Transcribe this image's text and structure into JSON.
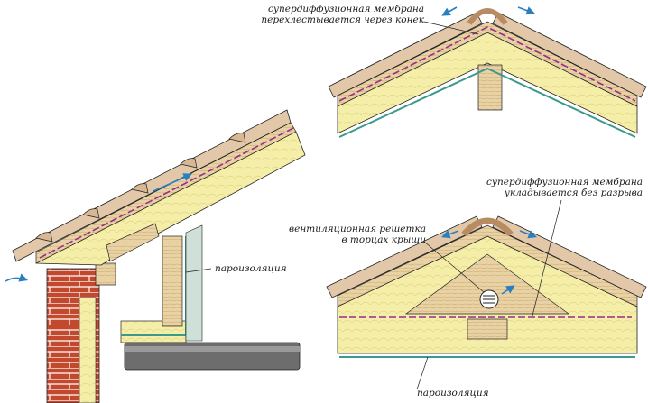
{
  "labels": {
    "ridge_membrane_top": [
      "супердиффузионная мембрана",
      "перехлестывается через конек"
    ],
    "ridge_membrane_bottom": [
      "супердиффузионная мембрана",
      "укладывается без разрыва"
    ],
    "vent_grille": [
      "вентиляционная решетка",
      "в торцах крыши"
    ],
    "vapor_barrier_left": "пароизоляция",
    "vapor_barrier_bottom": "пароизоляция"
  },
  "colors": {
    "insulation": "#f4eea8",
    "insulation_line": "#c9b95c",
    "tile": "#e2c7a8",
    "tile_dark": "#b78c62",
    "wood": "#e9d3a6",
    "wood_line": "#b9965a",
    "brick": "#c2492d",
    "brick_mortar": "#ffffff",
    "membrane": "#9a2c8a",
    "vapor": "#3c9a8a",
    "metal": "#6d6d6d",
    "arrow": "#2a7fc0",
    "line": "#222222"
  },
  "icons": [
    "airflow-arrow-icon",
    "vent-grille-icon"
  ]
}
